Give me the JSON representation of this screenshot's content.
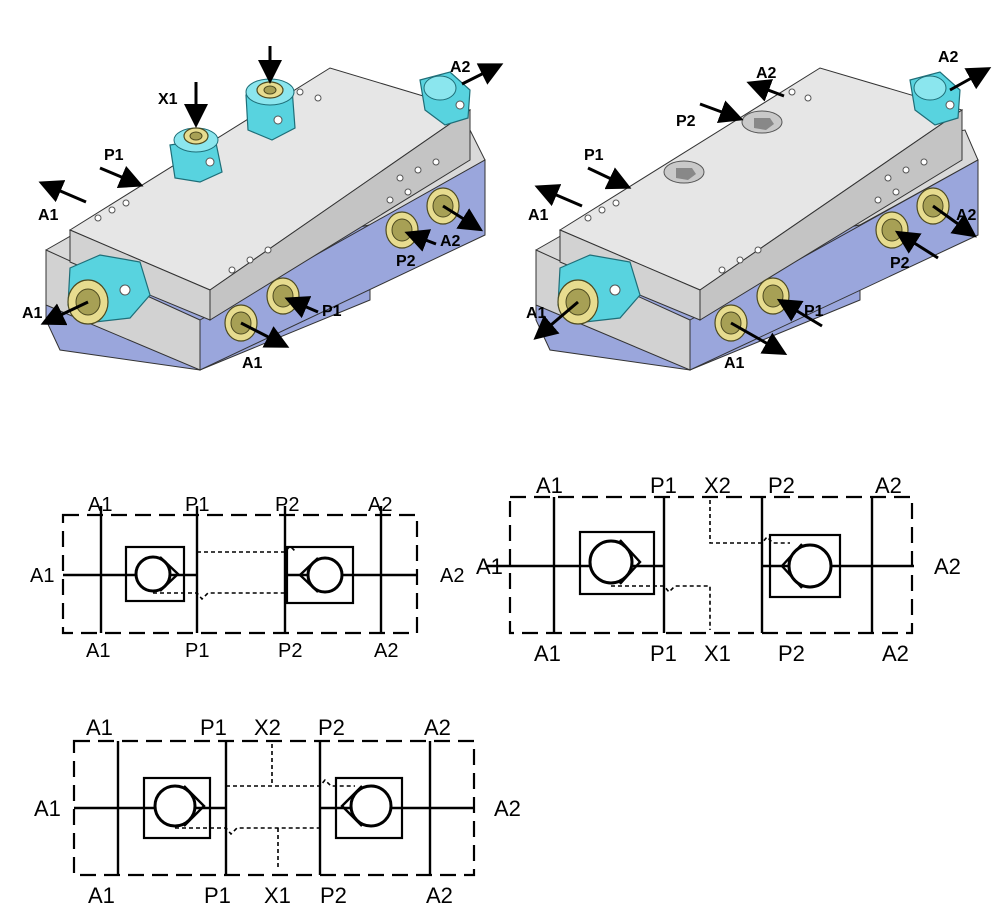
{
  "views3d": {
    "left": {
      "labels": {
        "x1": "X1",
        "p1_top": "P1",
        "a1_top": "A1",
        "a1_end": "A1",
        "a1_front": "A1",
        "p1_front": "P1",
        "p2_front": "P2",
        "a2_front": "A2",
        "a2_end": "A2"
      }
    },
    "right": {
      "labels": {
        "a2_top": "A2",
        "p2_top": "P2",
        "p1_top": "P1",
        "a1_top": "A1",
        "a1_end": "A1",
        "a1_front": "A1",
        "p1_front": "P1",
        "p2_front": "P2",
        "a2_front": "A2",
        "a2_end": "A2"
      }
    }
  },
  "schematics": {
    "s1": {
      "top": [
        "A1",
        "P1",
        "P2",
        "A2"
      ],
      "bottom": [
        "A1",
        "P1",
        "P2",
        "A2"
      ],
      "left": "A1",
      "right": "A2"
    },
    "s2": {
      "top": [
        "A1",
        "P1",
        "X2",
        "P2",
        "A2"
      ],
      "bottom": [
        "A1",
        "P1",
        "X1",
        "P2",
        "A2"
      ],
      "left": "A1",
      "right": "A2"
    },
    "s3": {
      "top": [
        "A1",
        "P1",
        "X2",
        "P2",
        "A2"
      ],
      "bottom": [
        "A1",
        "P1",
        "X1",
        "P2",
        "A2"
      ],
      "left": "A1",
      "right": "A2"
    }
  }
}
